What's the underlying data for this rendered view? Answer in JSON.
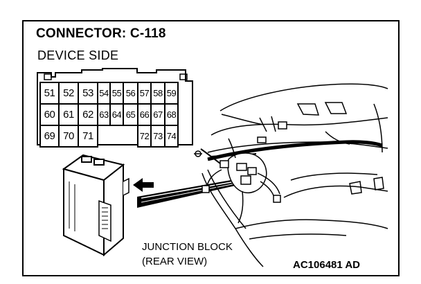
{
  "connector": {
    "title": "CONNECTOR: C-118",
    "side": "DEVICE SIDE",
    "rows": [
      [
        "51",
        "52",
        "53",
        "54",
        "55",
        "56",
        "57",
        "58",
        "59"
      ],
      [
        "60",
        "61",
        "62",
        "63",
        "64",
        "65",
        "66",
        "67",
        "68"
      ],
      [
        "69",
        "70",
        "71",
        "",
        "",
        "",
        "72",
        "73",
        "74"
      ]
    ]
  },
  "caption": {
    "line1": "JUNCTION BLOCK",
    "line2": "(REAR VIEW)"
  },
  "figure_code": "AC106481 AD"
}
